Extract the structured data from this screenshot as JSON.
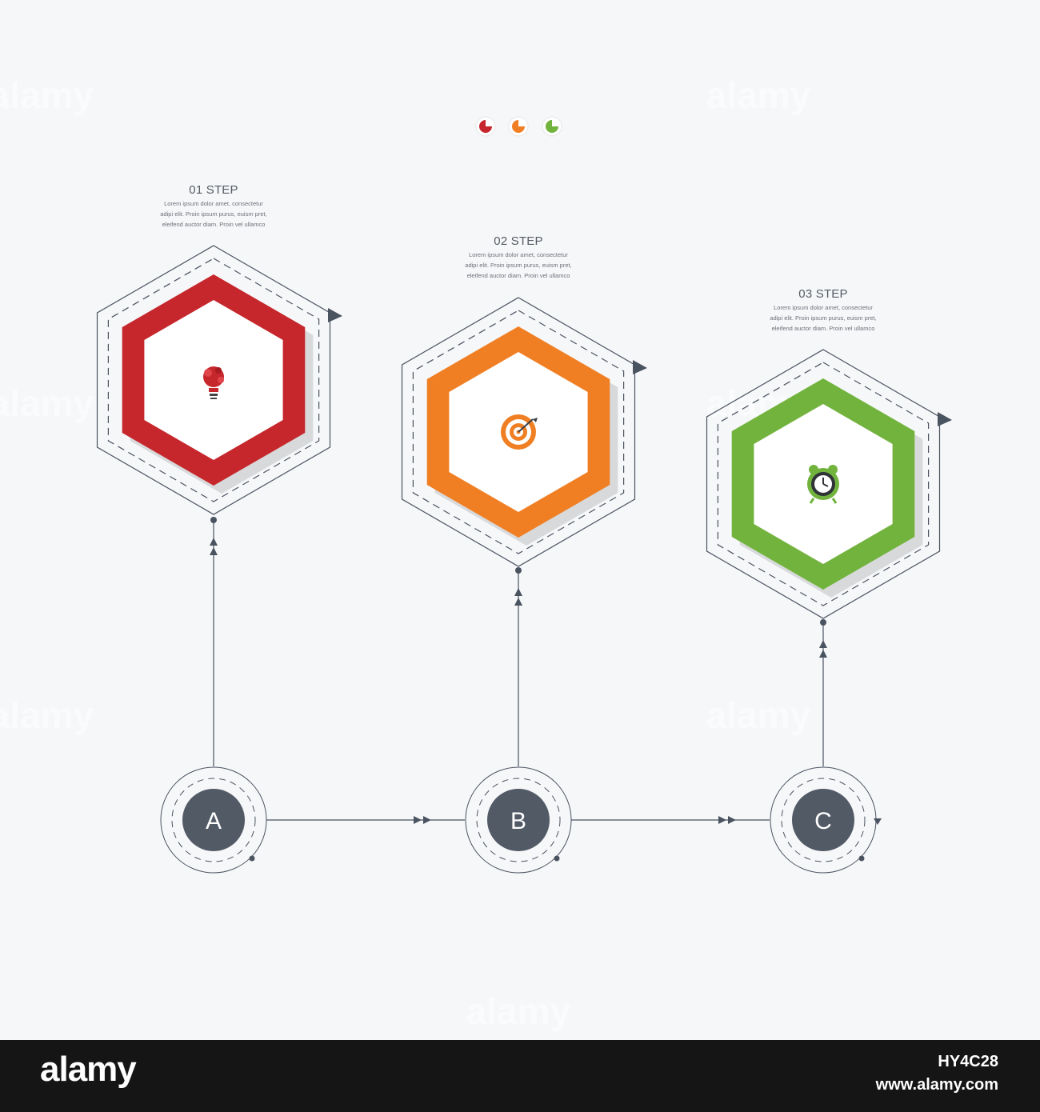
{
  "colors": {
    "step1": "#c5272c",
    "step2": "#f07f24",
    "step3": "#72b33e",
    "circle_fill": "#525a66",
    "line": "#4a5360",
    "background": "#f6f7f9"
  },
  "legend_dots": [
    "red-pie-icon",
    "orange-pie-icon",
    "green-pie-icon"
  ],
  "steps": [
    {
      "title": "01 STEP",
      "lines": [
        "Lorem ipsum dolor amet, consectetur",
        "adipi elit. Proin ipsum purus, euism pret,",
        "eleifend auctor diam. Proin vel ullamco"
      ],
      "icon": "lightbulb-icon",
      "node_letter": "A"
    },
    {
      "title": "02 STEP",
      "lines": [
        "Lorem ipsum dolor amet, consectetur",
        "adipi elit. Proin ipsum purus, euism pret,",
        "eleifend auctor diam. Proin vel ullamco"
      ],
      "icon": "target-icon",
      "node_letter": "B"
    },
    {
      "title": "03 STEP",
      "lines": [
        "Lorem ipsum dolor amet, consectetur",
        "adipi elit. Proin ipsum purus, euism pret,",
        "eleifend auctor diam. Proin vel ullamco"
      ],
      "icon": "alarm-clock-icon",
      "node_letter": "C"
    }
  ],
  "watermark_text": "alamy",
  "footer": {
    "logo": "alamy",
    "image_id": "HY4C28",
    "site": "www.alamy.com"
  }
}
